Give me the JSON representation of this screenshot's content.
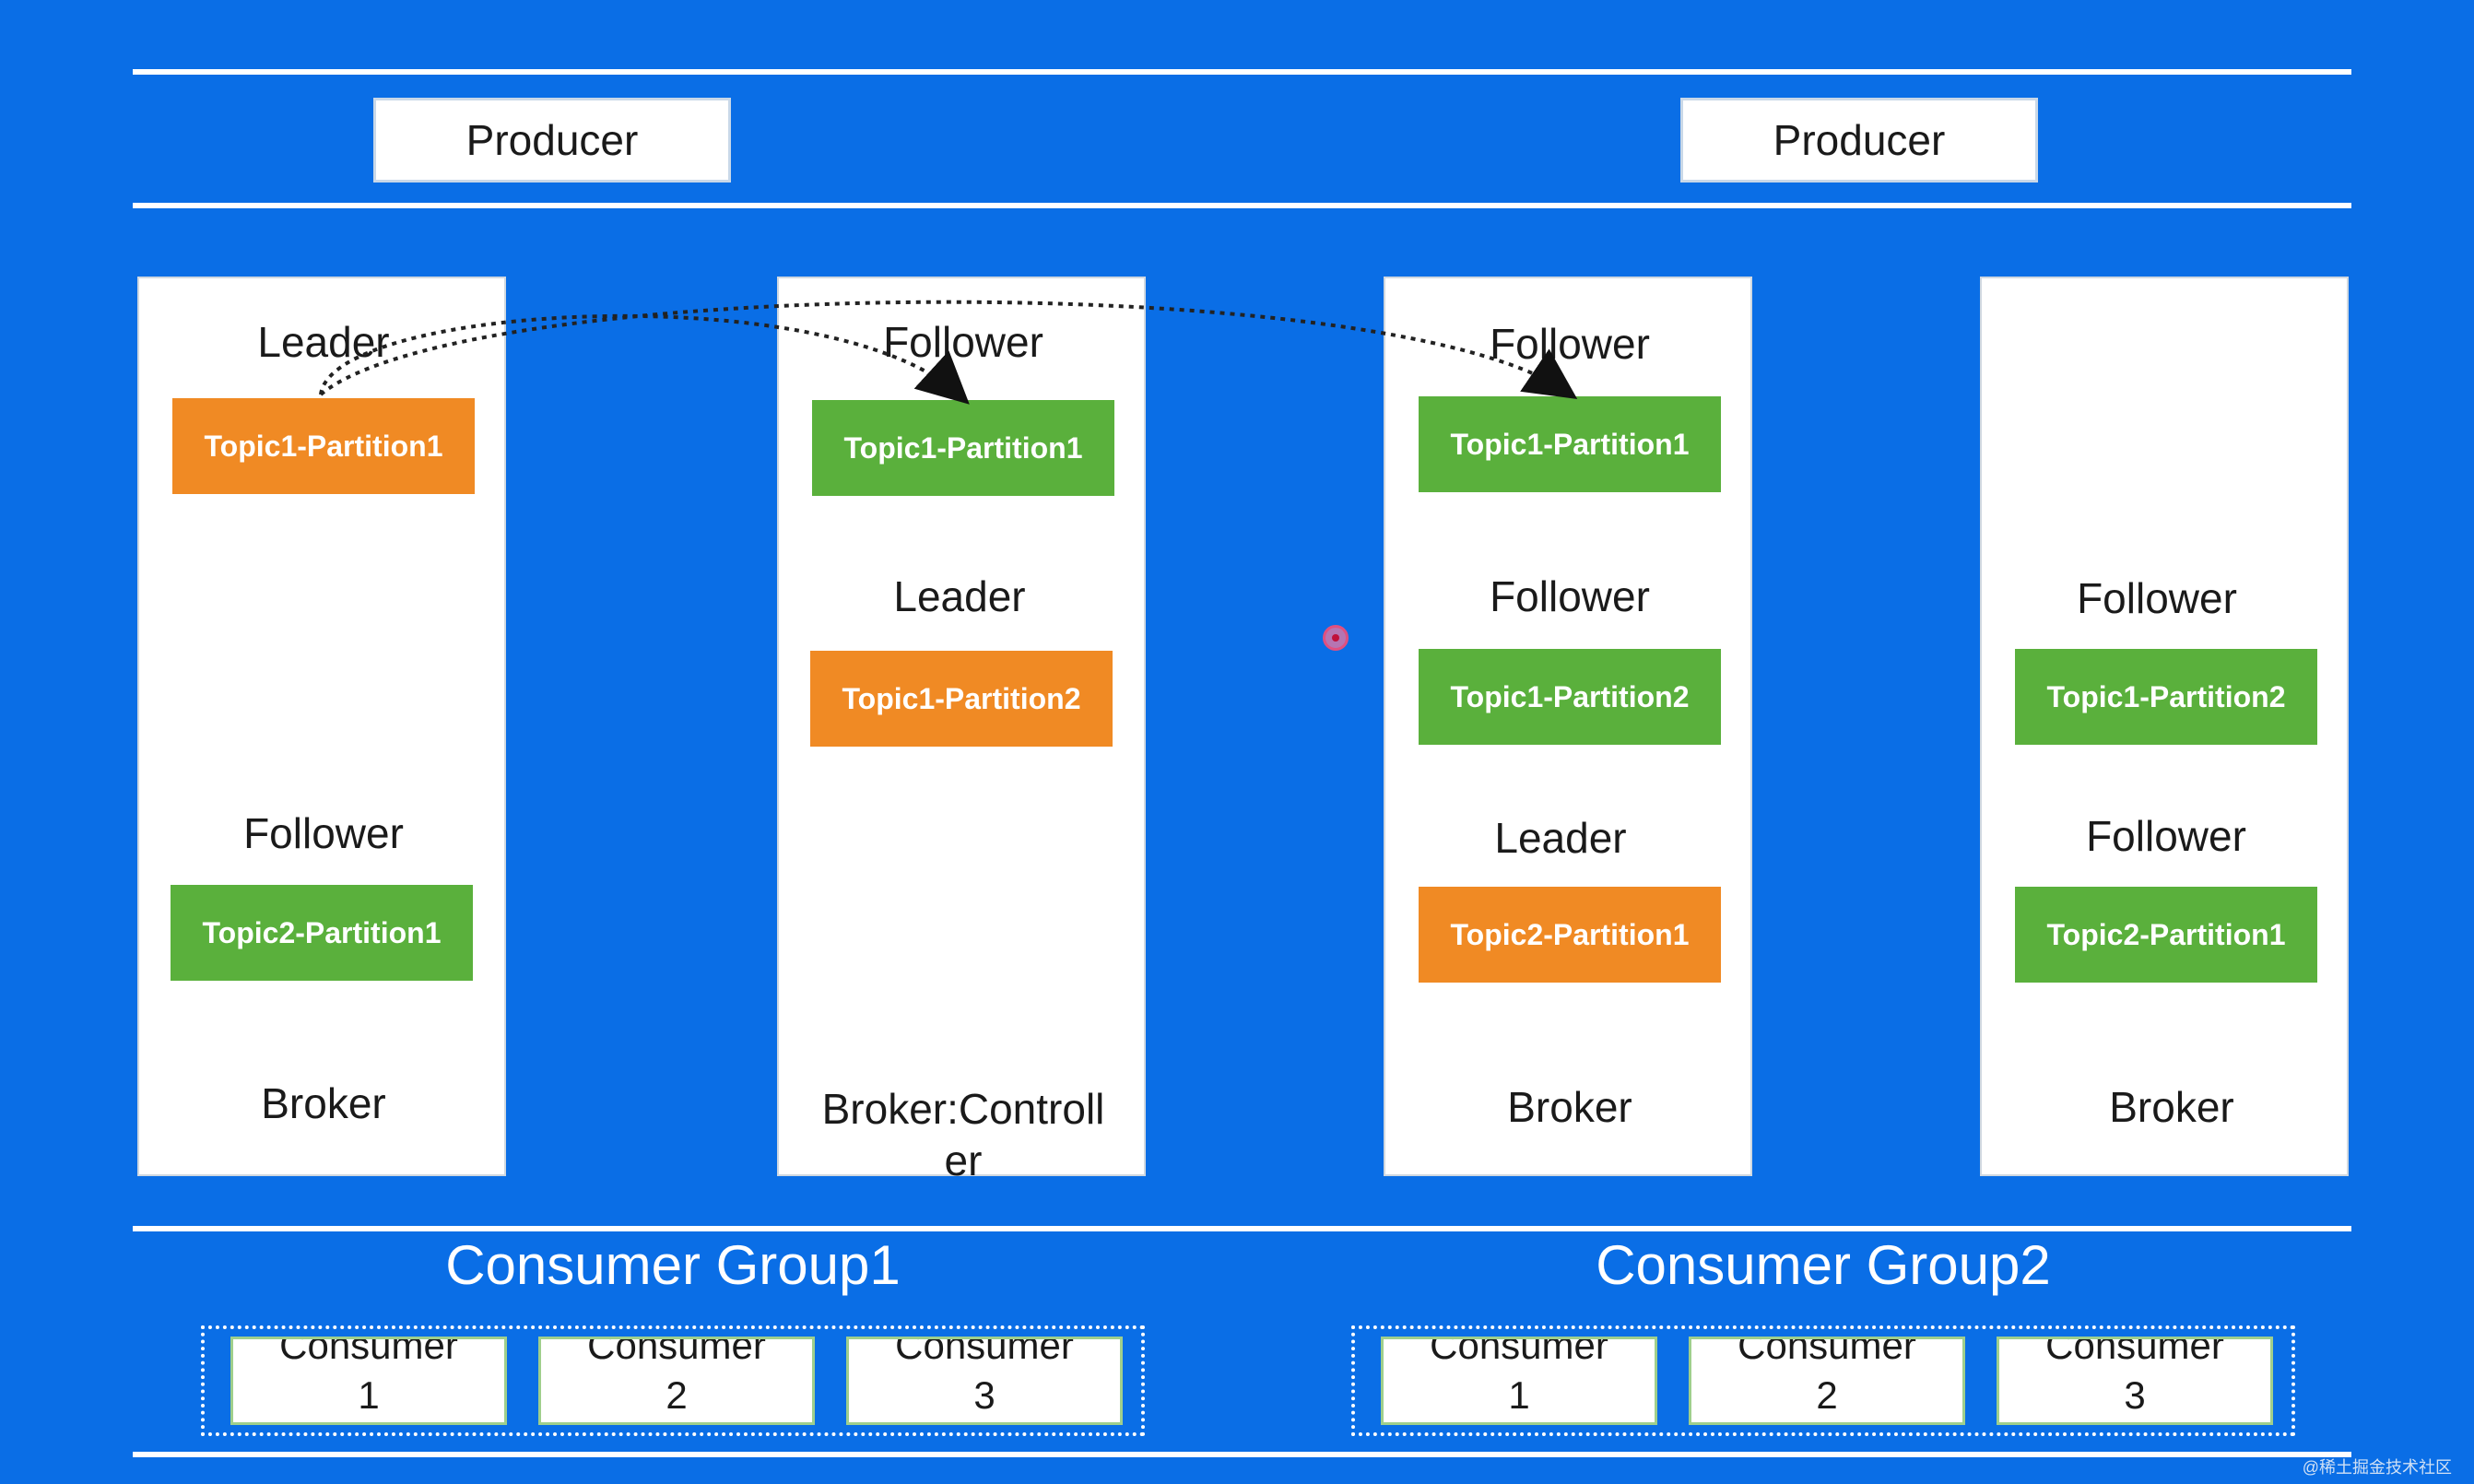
{
  "producers": [
    {
      "label": "Producer"
    },
    {
      "label": "Producer"
    }
  ],
  "brokers": [
    {
      "role_labels": [
        "Leader",
        "Follower"
      ],
      "partitions": [
        "Topic1-Partition1",
        "Topic2-Partition1"
      ],
      "partition_roles": [
        "leader",
        "follower"
      ],
      "name": "Broker"
    },
    {
      "role_labels": [
        "Follower",
        "Leader"
      ],
      "partitions": [
        "Topic1-Partition1",
        "Topic1-Partition2"
      ],
      "partition_roles": [
        "follower",
        "leader"
      ],
      "name_line1": "Broker:Controll",
      "name_line2": "er"
    },
    {
      "role_labels": [
        "Follower",
        "Follower",
        "Leader"
      ],
      "partitions": [
        "Topic1-Partition1",
        "Topic1-Partition2",
        "Topic2-Partition1"
      ],
      "partition_roles": [
        "follower",
        "follower",
        "leader"
      ],
      "name": "Broker"
    },
    {
      "role_labels": [
        "Follower",
        "Follower"
      ],
      "partitions": [
        "Topic1-Partition2",
        "Topic2-Partition1"
      ],
      "partition_roles": [
        "follower",
        "follower"
      ],
      "name": "Broker"
    }
  ],
  "consumer_groups": [
    {
      "title": "Consumer Group1",
      "consumers": [
        {
          "line1": "Consumer",
          "line2": "1"
        },
        {
          "line1": "Consumer",
          "line2": "2"
        },
        {
          "line1": "Consumer",
          "line2": "3"
        }
      ]
    },
    {
      "title": "Consumer Group2",
      "consumers": [
        {
          "line1": "Consumer",
          "line2": "1"
        },
        {
          "line1": "Consumer",
          "line2": "2"
        },
        {
          "line1": "Consumer",
          "line2": "3"
        }
      ]
    }
  ],
  "colors": {
    "background": "#0a6ee6",
    "leader_partition": "#f08a24",
    "follower_partition": "#5ab03c"
  },
  "watermark": "@稀土掘金技术社区"
}
